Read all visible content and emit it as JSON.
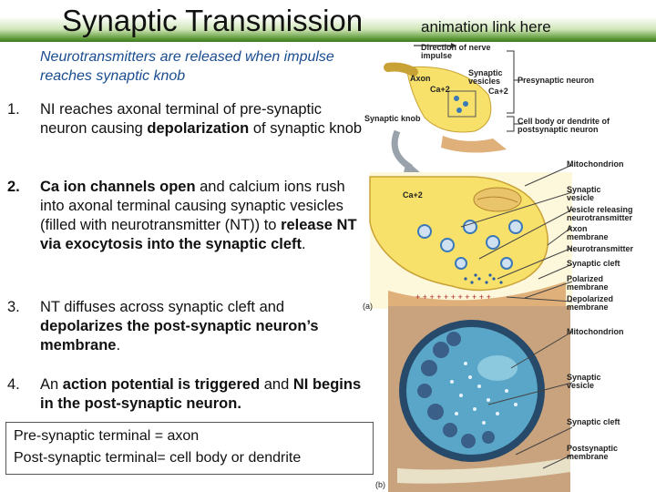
{
  "header": {
    "title": "Synaptic Transmission",
    "link_text": "animation link here"
  },
  "intro": "Neurotransmitters are released when impulse reaches synaptic knob",
  "steps": [
    {
      "num": "1.",
      "pre": "NI reaches axonal terminal of pre-synaptic neuron causing ",
      "bold1": "depolarization",
      "post": " of synaptic knob"
    },
    {
      "num": "2.",
      "bold1": "Ca ion channels open",
      "mid": " and calcium ions rush into axonal terminal causing synaptic vesicles (filled with neurotransmitter (NT)) to ",
      "bold2": "release NT via exocytosis into the synaptic cleft",
      "post": "."
    },
    {
      "num": "3.",
      "pre": "NT diffuses across synaptic cleft and ",
      "bold1": "depolarizes the post-synaptic neuron’s membrane",
      "post": "."
    },
    {
      "num": "4.",
      "pre": "An ",
      "bold1": "action potential is triggered",
      "mid": " and ",
      "bold2": "NI begins in the post-synaptic neuron."
    }
  ],
  "summary": {
    "line1": "Pre-synaptic terminal = axon",
    "line2": "Post-synaptic terminal= cell body or dendrite"
  },
  "figure": {
    "labels": {
      "direction": "Direction of nerve impulse",
      "axon": "Axon",
      "synaptic_vesicles": "Synaptic vesicles",
      "ca_1": "Ca+2",
      "ca_2": "Ca+2",
      "presynaptic_neuron": "Presynaptic neuron",
      "synaptic_knob": "Synaptic knob",
      "cell_body": "Cell body or dendrite of postsynaptic neuron",
      "mitochondrion_a": "Mitochondrion",
      "ca_3": "Ca+2",
      "synaptic_vesicle": "Synaptic vesicle",
      "vesicle_releasing": "Vesicle releasing neurotransmitter",
      "axon_membrane": "Axon membrane",
      "neurotransmitter": "Neurotransmitter",
      "synaptic_cleft": "Synaptic cleft",
      "polarized": "Polarized membrane",
      "depolarized": "Depolarized membrane",
      "panel_a": "(a)",
      "mitochondrion_b": "Mitochondrion",
      "synaptic_vesicle_b": "Synaptic vesicle",
      "synaptic_cleft_b": "Synaptic cleft",
      "postsynaptic_membrane": "Postsynaptic membrane",
      "panel_b": "(b)"
    },
    "colors": {
      "knob_yellow": "#f7e16a",
      "vesicle_blue": "#3b78b8",
      "micrograph_blue": "#5aa6c8",
      "tissue": "#c9a37d",
      "pointer": "#444444"
    }
  }
}
